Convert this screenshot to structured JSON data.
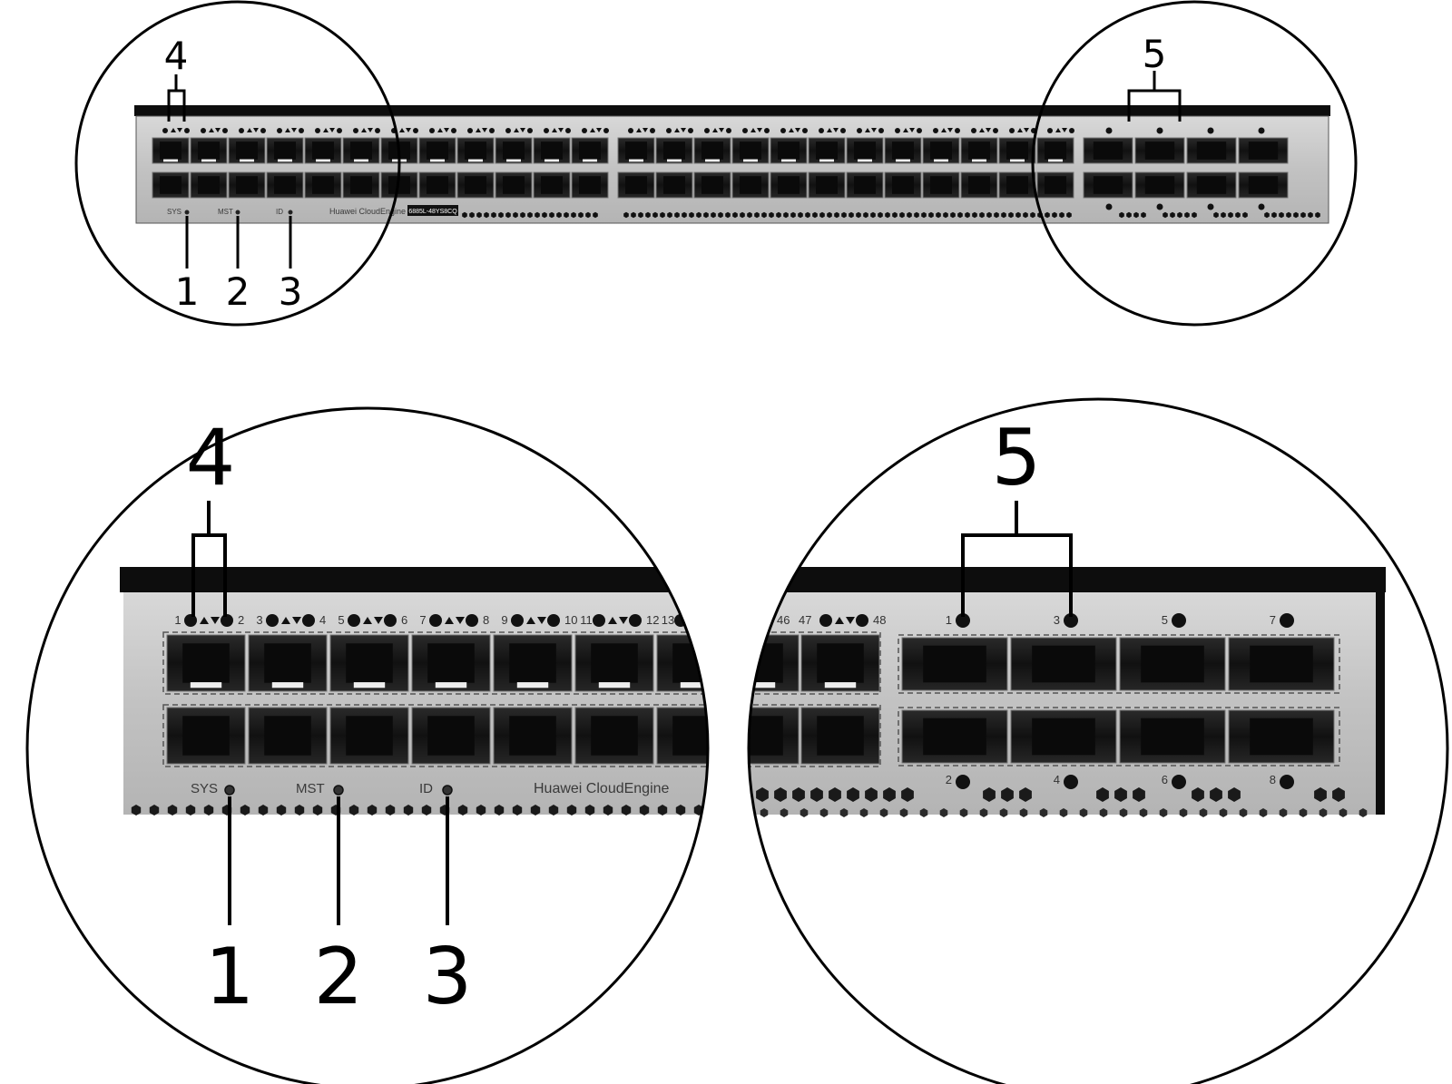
{
  "callouts": {
    "c1": "1",
    "c2": "2",
    "c3": "3",
    "c4": "4",
    "c5": "5"
  },
  "panel": {
    "brand": "Huawei CloudEngine",
    "model": "6885L-48YS8CQ",
    "sys_label": "SYS",
    "mst_label": "MST",
    "id_label": "ID"
  },
  "ports": {
    "downlink_numbers": [
      "1",
      "2",
      "3",
      "4",
      "5",
      "6",
      "7",
      "8",
      "9",
      "10",
      "11",
      "12",
      "13",
      "46",
      "47",
      "48"
    ],
    "uplink_numbers": [
      "1",
      "2",
      "3",
      "4",
      "5",
      "6",
      "7",
      "8"
    ]
  }
}
